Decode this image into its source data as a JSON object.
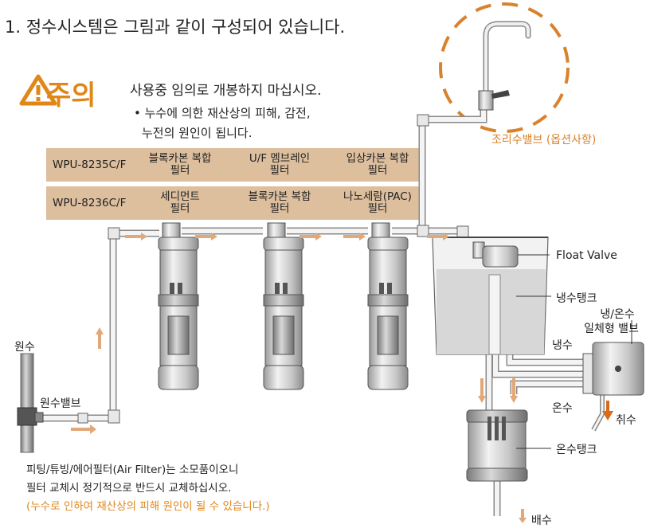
{
  "title": "1. 정수시스템은 그림과 같이 구성되어 있습니다.",
  "caution": {
    "word": "주의",
    "main": "사용중 임의로 개봉하지 마십시오.",
    "bullet1": "• 누수에 의한 재산상의 피해, 감전,",
    "bullet2": "누전의 원인이 됩니다."
  },
  "models": [
    {
      "code": "WPU-8235C/F",
      "filters": [
        {
          "line1": "블록카본 복합",
          "line2": "필터"
        },
        {
          "line1": "U/F 멤브레인",
          "line2": "필터"
        },
        {
          "line1": "입상카본 복합",
          "line2": "필터"
        }
      ]
    },
    {
      "code": "WPU-8236C/F",
      "filters": [
        {
          "line1": "세디먼트",
          "line2": "필터"
        },
        {
          "line1": "블록카본 복합",
          "line2": "필터"
        },
        {
          "line1": "나노세람(PAC)",
          "line2": "필터"
        }
      ]
    }
  ],
  "labels": {
    "cooking_valve": "조리수밸브 (옵션사항)",
    "float_valve": "Float Valve",
    "cold_tank": "냉수탱크",
    "combo_valve_line1": "냉/온수",
    "combo_valve_line2": "일체형 밸브",
    "cold_water": "냉수",
    "hot_water": "온수",
    "dispense": "취수",
    "hot_tank": "온수탱크",
    "drain": "배수",
    "source_water": "원수",
    "source_valve": "원수밸브"
  },
  "footer": {
    "line1": "피팅/튜빙/에어필터(Air Filter)는 소모품이오니",
    "line2": "필터 교체시 정기적으로 반드시 교체하십시오.",
    "line3": "(누수로 인하여 재산상의 피해 원인이 될 수 있습니다.)"
  },
  "colors": {
    "band": "#ddbf9e",
    "accent": "#e0871a",
    "arrow": "#e2a878",
    "dashed_circle": "#d9822b"
  }
}
